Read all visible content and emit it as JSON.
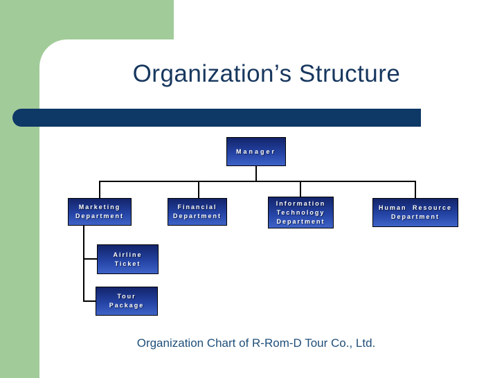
{
  "slide": {
    "title": "Organization’s Structure",
    "caption": "Organization Chart of R-Rom-D Tour Co., Ltd."
  },
  "colors": {
    "background_green": "#A2CB9A",
    "accent_bar_navy": "#0E3866",
    "title_navy": "#17375E",
    "caption_blue": "#1F4E79",
    "box_gradient_top": "#13246A",
    "box_gradient_mid": "#2443A4",
    "box_gradient_bottom": "#3E63C8",
    "box_border": "#000000",
    "box_text": "#FFFFFF",
    "connector": "#000000"
  },
  "org_chart": {
    "nodes": [
      {
        "id": "manager",
        "parent": null,
        "lines": [
          "Manager"
        ]
      },
      {
        "id": "marketing",
        "parent": "manager",
        "lines": [
          "Marketing",
          "Department"
        ]
      },
      {
        "id": "financial",
        "parent": "manager",
        "lines": [
          "Financial",
          "Department"
        ]
      },
      {
        "id": "it",
        "parent": "manager",
        "lines": [
          "Information",
          "Technology",
          "Department"
        ]
      },
      {
        "id": "hr",
        "parent": "manager",
        "lines": [
          "Human Resource",
          "Department"
        ]
      },
      {
        "id": "airline",
        "parent": "marketing",
        "lines": [
          "Airline",
          "Ticket"
        ]
      },
      {
        "id": "tour",
        "parent": "marketing",
        "lines": [
          "Tour",
          "Package"
        ]
      }
    ]
  }
}
